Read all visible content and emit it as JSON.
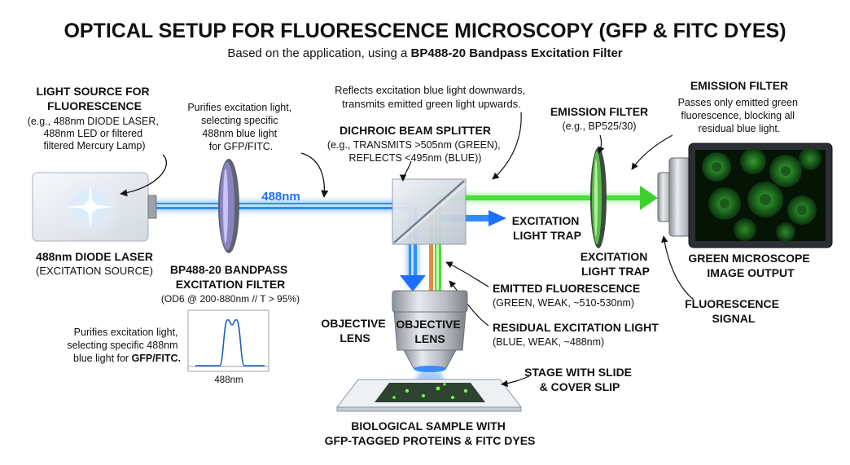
{
  "header": {
    "title": "OPTICAL SETUP FOR FLUORESCENCE MICROSCOPY (GFP & FITC DYES)",
    "subtitle_prefix": "Based on the application, using a ",
    "subtitle_bold": "BP488-20 Bandpass Excitation Filter"
  },
  "light_source": {
    "heading": [
      "LIGHT SOURCE FOR",
      "FLUORESCENCE"
    ],
    "detail": [
      "(e.g., 488nm DIODE LASER,",
      "488nm LED or filtered",
      "filtered Mercury Lamp)"
    ],
    "label_bold": "488nm DIODE LASER",
    "label": "(EXCITATION SOURCE)"
  },
  "excitation_filter": {
    "note": [
      "Purifies excitation light,",
      "selecting specific",
      "488nm blue light",
      "for GFP/FITC."
    ],
    "heading": [
      "BP488-20 BANDPASS",
      "EXCITATION FILTER"
    ],
    "spec": "(OD6 @ 200-880nm // T > 95%)"
  },
  "spectrum_inset": {
    "note": [
      "Purifies excitation light,",
      "selecting specific 488nm"
    ],
    "note_last_prefix": "blue light for ",
    "note_last_bold": "GFP/FITC.",
    "axis_label": "488nm"
  },
  "beam_label": "488nm",
  "dichroic": {
    "note": [
      "Reflects excitation blue light downwards,",
      "transmits emitted green light upwards."
    ],
    "heading": "DICHROIC BEAM SPLITTER",
    "detail": [
      "(e.g., TRANSMITS >505nm (GREEN),",
      "REFLECTS <495nm (BLUE))"
    ]
  },
  "excitation_trap": [
    "EXCITATION",
    "LIGHT TRAP"
  ],
  "excitation_trap_2": [
    "EXCITATION",
    "LIGHT TRAP"
  ],
  "emission_filter": {
    "heading": "EMISSION FILTER",
    "detail": "(e.g., BP525/30)"
  },
  "emission_filter_top": {
    "heading": "EMISSION FILTER",
    "detail": [
      "Passes only emitted green",
      "fluorescence, blocking all",
      "residual blue light."
    ]
  },
  "camera": {
    "label": [
      "GREEN MICROSCOPE",
      "IMAGE OUTPUT"
    ]
  },
  "fluorescence_signal": [
    "FLUORESCENCE",
    "SIGNAL"
  ],
  "emitted_fluorescence": {
    "heading": "EMITTED FLUORESCENCE",
    "detail": "(GREEN, WEAK, ~510-530nm)"
  },
  "residual_excitation": {
    "heading": "RESIDUAL EXCITATION LIGHT",
    "detail": "(BLUE, WEAK, ~488nm)"
  },
  "objective": {
    "side_label": [
      "OBJECTIVE",
      "LENS"
    ],
    "body_label": [
      "OBJECTIVE",
      "LENS"
    ]
  },
  "stage": [
    "STAGE WITH SLIDE",
    "& COVER SLIP"
  ],
  "sample": [
    "BIOLOGICAL SAMPLE WITH",
    "GFP-TAGGED PROTEINS & FITC DYES"
  ],
  "colors": {
    "blue_beam": "#1e7bff",
    "green_beam": "#39d32a",
    "accent_dark": "#111111"
  }
}
